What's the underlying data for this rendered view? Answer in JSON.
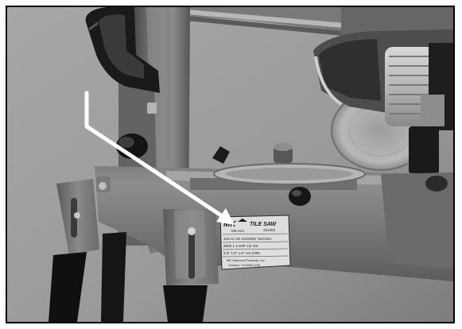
{
  "photo": {
    "subject": "tile-saw-stand",
    "colors": {
      "background": "#9a9a9a",
      "frame_paint": "#6f6f6f",
      "frame_shadow": "#3e3e3e",
      "highlight": "#b9b9b9",
      "rubber": "#151515",
      "plate": "#d9d9d9",
      "arrow": "#ffffff"
    }
  },
  "nameplate": {
    "brand": "MK",
    "product": "TILE SAW",
    "code": "151381",
    "model": "MK-113",
    "line_1": "110 AC    60    115/230V  10A/15A",
    "line_2": "3600    1   1.5HP   1/2   3/4",
    "line_3": "5.0\"    1.5\"   1.6\"    US   2005",
    "maker": "MK Diamond Products, Inc.",
    "footer": "Torrance, CA 90503  USA"
  }
}
